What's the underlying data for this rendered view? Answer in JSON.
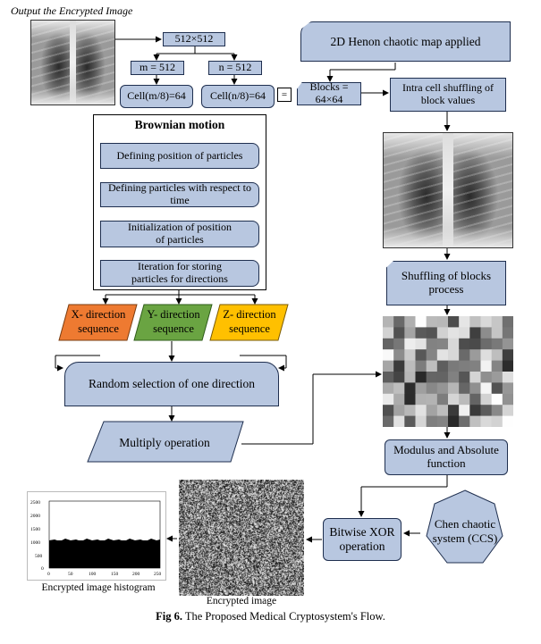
{
  "header_caption": "Output the Encrypted Image",
  "top": {
    "size_box": "512×512",
    "m_box": "m = 512",
    "n_box": "n = 512",
    "cell_m": "Cell(m/8)=64",
    "cell_n": "Cell(n/8)=64",
    "equals": "=",
    "blocks": "Blocks =  64×64",
    "henon": "2D Henon chaotic map applied",
    "intra_line1": "Intra cell shuffling of",
    "intra_line2": "block values"
  },
  "brownian": {
    "title": "Brownian motion",
    "step1": "Defining position of particles",
    "step2_line1": "Defining particles with respect to",
    "step2_line2": "time",
    "step3_line1": "Initialization of position",
    "step3_line2": "of particles",
    "step4_line1": "Iteration for storing",
    "step4_line2": "particles for directions"
  },
  "directions": {
    "x_line1": "X- direction",
    "x_line2": "sequence",
    "y_line1": "Y- direction",
    "y_line2": "sequence",
    "z_line1": "Z- direction",
    "z_line2": "sequence"
  },
  "random_selection": "Random selection of one direction",
  "multiply": "Multiply operation",
  "right_flow": {
    "shuffling_line1": "Shuffling of blocks",
    "shuffling_line2": "process",
    "modulus_line1": "Modulus and Absolute",
    "modulus_line2": "function",
    "chen_line1": "Chen chaotic",
    "chen_line2": "system (CCS)",
    "xor_line1": "Bitwise XOR",
    "xor_line2": "operation"
  },
  "encrypted_image_label": "Encrypted image",
  "histogram": {
    "label": "Encrypted image histogram",
    "y_ticks": [
      "2500",
      "2000",
      "1500",
      "1000",
      "500",
      "0"
    ],
    "x_ticks": [
      "0",
      "50",
      "100",
      "150",
      "200",
      "250"
    ]
  },
  "caption_prefix": "Fig 6.",
  "caption_text": " The Proposed Medical Cryptosystem's Flow.",
  "colors": {
    "box_fill": "#b8c7e0",
    "x_dir": "#ee7a31",
    "y_dir": "#6aa442",
    "z_dir": "#ffc000"
  }
}
